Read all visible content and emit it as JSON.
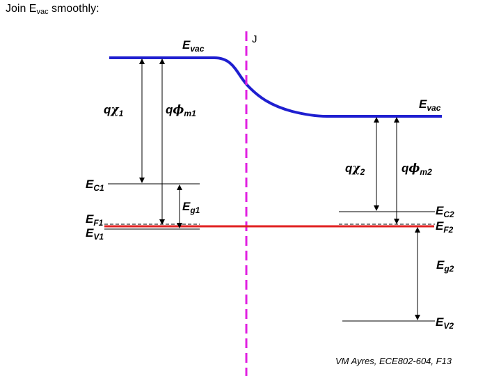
{
  "heading": {
    "prefix": "Join E",
    "sub": "vac",
    "suffix": " smoothly:"
  },
  "junction_label": "J",
  "labels": {
    "evac_left": {
      "main": "E",
      "sub": "vac"
    },
    "evac_right": {
      "main": "E",
      "sub": "vac"
    },
    "q_chi_1": {
      "q": "q",
      "greek": "χ",
      "sub": "1"
    },
    "q_phi_m1": {
      "q": "q",
      "greek": "ϕ",
      "sub": "m1"
    },
    "q_chi_2": {
      "q": "q",
      "greek": "χ",
      "sub": "2"
    },
    "q_phi_m2": {
      "q": "q",
      "greek": "ϕ",
      "sub": "m2"
    },
    "ec1": {
      "main": "E",
      "sub": "C1"
    },
    "eg1": {
      "main": "E",
      "sub": "g1"
    },
    "ef1": {
      "main": "E",
      "sub": "F1"
    },
    "ev1": {
      "main": "E",
      "sub": "V1"
    },
    "ec2": {
      "main": "E",
      "sub": "C2"
    },
    "ef2": {
      "main": "E",
      "sub": "F2"
    },
    "eg2": {
      "main": "E",
      "sub": "g2"
    },
    "ev2": {
      "main": "E",
      "sub": "V2"
    }
  },
  "credit": "VM Ayres, ECE802-604, F13",
  "colors": {
    "vacuum_level": "#1f1fd0",
    "fermi_level": "#e02020",
    "junction": "#e020e0",
    "lines": "#000000"
  }
}
